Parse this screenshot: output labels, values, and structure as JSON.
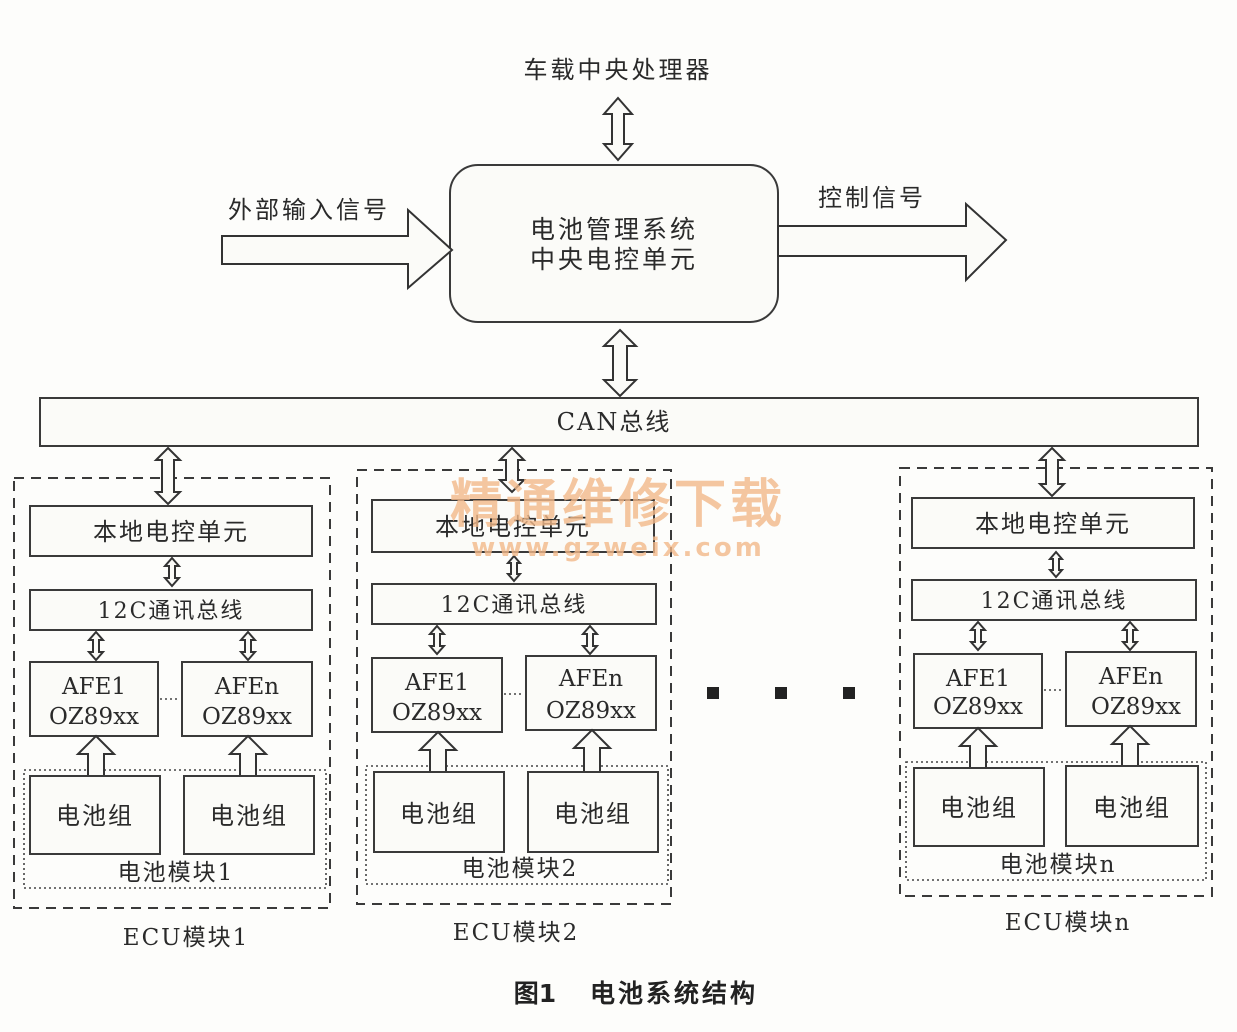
{
  "top": {
    "processor_label": "车载中央处理器",
    "input_label": "外部输入信号",
    "output_label": "控制信号",
    "center_unit_line1": "电池管理系统",
    "center_unit_line2": "中央电控单元"
  },
  "bus": {
    "can_label": "CAN总线"
  },
  "ecu_modules": [
    {
      "local_unit": "本地电控单元",
      "i2c_bus": "12C通讯总线",
      "afe_left_1": "AFE1",
      "afe_left_2": "OZ89xx",
      "afe_right_1": "AFEn",
      "afe_right_2": "OZ89xx",
      "pack_left": "电池组",
      "pack_right": "电池组",
      "battery_module": "电池模块1",
      "ecu_label": "ECU模块1"
    },
    {
      "local_unit": "本地电控单元",
      "i2c_bus": "12C通讯总线",
      "afe_left_1": "AFE1",
      "afe_left_2": "OZ89xx",
      "afe_right_1": "AFEn",
      "afe_right_2": "OZ89xx",
      "pack_left": "电池组",
      "pack_right": "电池组",
      "battery_module": "电池模块2",
      "ecu_label": "ECU模块2"
    },
    {
      "local_unit": "本地电控单元",
      "i2c_bus": "12C通讯总线",
      "afe_left_1": "AFE1",
      "afe_left_2": "OZ89xx",
      "afe_right_1": "AFEn",
      "afe_right_2": "OZ89xx",
      "pack_left": "电池组",
      "pack_right": "电池组",
      "battery_module": "电池模块n",
      "ecu_label": "ECU模块n"
    }
  ],
  "watermark": {
    "line1": "精通维修下载",
    "line2": "www.gzweix.com"
  },
  "caption": {
    "number": "图1",
    "title": "电池系统结构"
  }
}
